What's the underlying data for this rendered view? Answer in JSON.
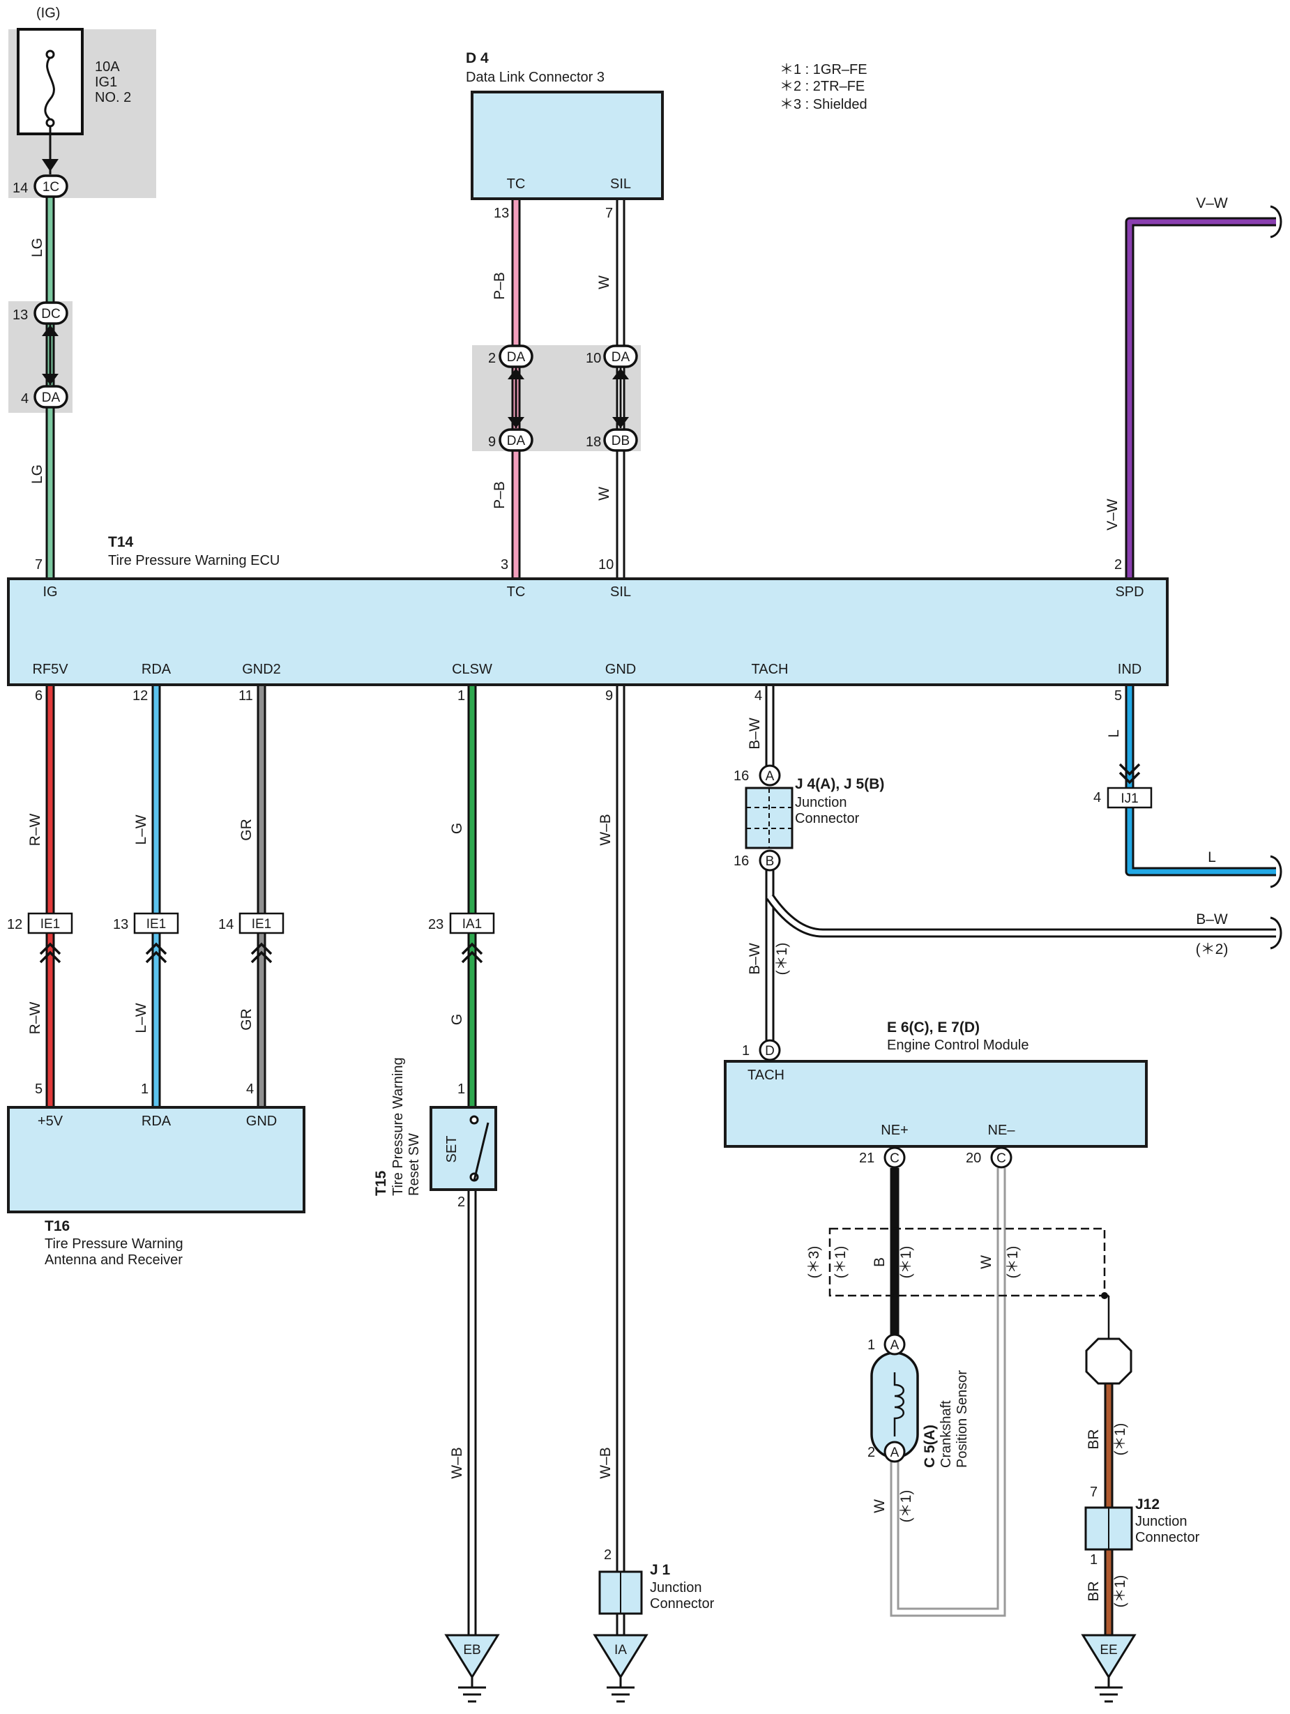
{
  "legend": {
    "l1": "＊1 : 1GR–FE",
    "l2": "＊2 : 2TR–FE",
    "l3": "＊3 : Shielded"
  },
  "fuse": {
    "supply": "(IG)",
    "rating": "10A",
    "name1": "IG1",
    "name2": "NO. 2"
  },
  "dlc": {
    "code": "D 4",
    "title": "Data Link Connector 3",
    "pin_tc": "TC",
    "pin_sil": "SIL"
  },
  "ecu": {
    "code": "T14",
    "title": "Tire Pressure Warning ECU",
    "pins_top": {
      "ig": "IG",
      "tc": "TC",
      "sil": "SIL",
      "spd": "SPD"
    },
    "pins_bottom": {
      "rf5v": "RF5V",
      "rda": "RDA",
      "gnd2": "GND2",
      "clsw": "CLSW",
      "gnd": "GND",
      "tach": "TACH",
      "ind": "IND"
    }
  },
  "antenna": {
    "code": "T16",
    "title1": "Tire Pressure Warning",
    "title2": "Antenna and Receiver",
    "pin_5v": "+5V",
    "pin_rda": "RDA",
    "pin_gnd": "GND"
  },
  "reset_sw": {
    "code": "T15",
    "title1": "Tire Pressure Warning",
    "title2": "Reset SW",
    "label": "SET"
  },
  "jc_j4j5": {
    "code": "J 4(A), J 5(B)",
    "title1": "Junction",
    "title2": "Connector",
    "pin_top": "A",
    "pin_bottom": "B"
  },
  "ecm": {
    "code": "E 6(C), E 7(D)",
    "title": "Engine Control Module",
    "pin_tach": "TACH",
    "pin_nep": "NE+",
    "pin_nem": "NE–",
    "conn_d": "D",
    "conn_c": "C"
  },
  "crank": {
    "code": "C 5(A)",
    "title1": "Crankshaft",
    "title2": "Position Sensor",
    "conn": "A"
  },
  "j1": {
    "code": "J 1",
    "title1": "Junction",
    "title2": "Connector"
  },
  "j12": {
    "code": "J12",
    "title1": "Junction",
    "title2": "Connector"
  },
  "grounds": {
    "eb": "EB",
    "ia": "IA",
    "ee": "EE"
  },
  "connectors": {
    "c1c": "1C",
    "dc": "DC",
    "da": "DA",
    "db": "DB",
    "ie1": "IE1",
    "ia1": "IA1",
    "ij1": "IJ1"
  },
  "wires": {
    "lg": "LG",
    "pb": "P–B",
    "w": "W",
    "vw": "V–W",
    "rw": "R–W",
    "lw": "L–W",
    "gr": "GR",
    "g": "G",
    "wb": "W–B",
    "bw": "B–W",
    "l": "L",
    "b": "B",
    "br": "BR",
    "note1": "(＊1)",
    "note2": "(＊2)",
    "note3": "(＊3)"
  },
  "pins": {
    "p1": "1",
    "p2": "2",
    "p3": "3",
    "p4": "4",
    "p5": "5",
    "p6": "6",
    "p7": "7",
    "p9": "9",
    "p10": "10",
    "p11": "11",
    "p12": "12",
    "p13": "13",
    "p14": "14",
    "p16": "16",
    "p18": "18",
    "p20": "20",
    "p21": "21",
    "p23": "23"
  },
  "colors": {
    "lg": "#7cc8a0",
    "pb": "#f2a0bd",
    "w": "#ffffff",
    "vw": "#8a3fb0",
    "rw": "#e23a3a",
    "lw": "#5cc3ee",
    "gr": "#909090",
    "g": "#2ea84f",
    "l": "#23a9e6",
    "br": "#b05a30",
    "box": "#c9e9f6",
    "highlight": "#d8d8d8"
  }
}
